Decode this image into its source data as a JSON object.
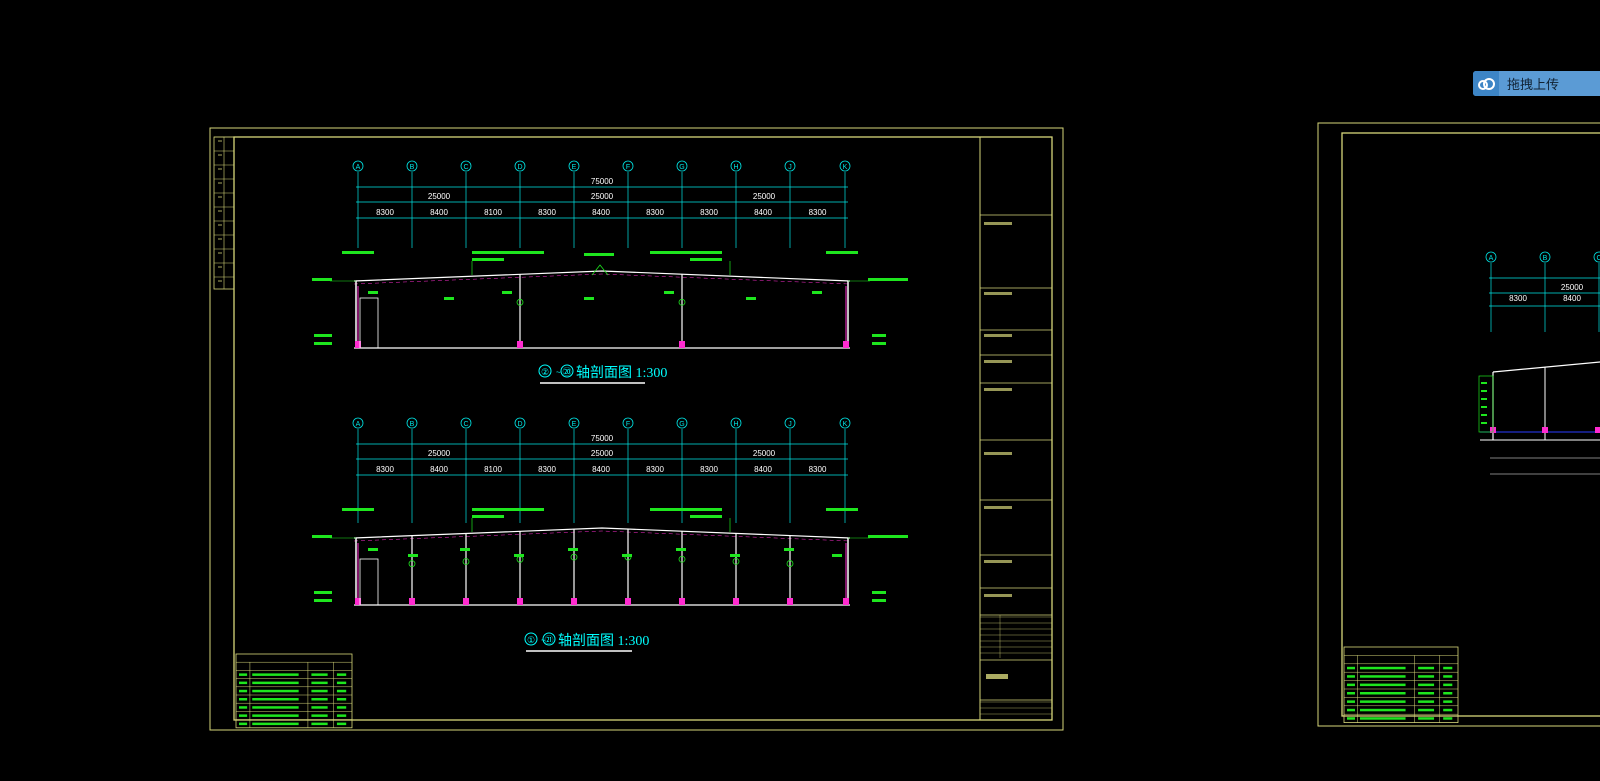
{
  "upload": {
    "label": "拖拽上传"
  },
  "colors": {
    "frame": "#d6d67a",
    "grid": "#00e5e5",
    "green": "#1ee61e",
    "white": "#ffffff",
    "magenta": "#ff2bd0",
    "title": "#00ffff"
  },
  "axis_labels": [
    "A",
    "B",
    "C",
    "D",
    "E",
    "F",
    "G",
    "H",
    "J",
    "K"
  ],
  "dims": {
    "total": "75000",
    "mid": [
      "25000",
      "25000",
      "25000"
    ],
    "spans": [
      "8300",
      "8400",
      "8100",
      "8300",
      "8400",
      "8300",
      "8300",
      "8400",
      "8300"
    ]
  },
  "section1": {
    "circle1": "②",
    "circle2": "⑳",
    "text": "轴剖面图 1:300"
  },
  "section2": {
    "circle1": "①",
    "circle2": "㉑",
    "text": "轴剖面图 1:300"
  },
  "right_sheet": {
    "axis_labels": [
      "A",
      "B",
      "C"
    ],
    "dims_mid": "25000",
    "spans": [
      "8300",
      "8400"
    ]
  }
}
